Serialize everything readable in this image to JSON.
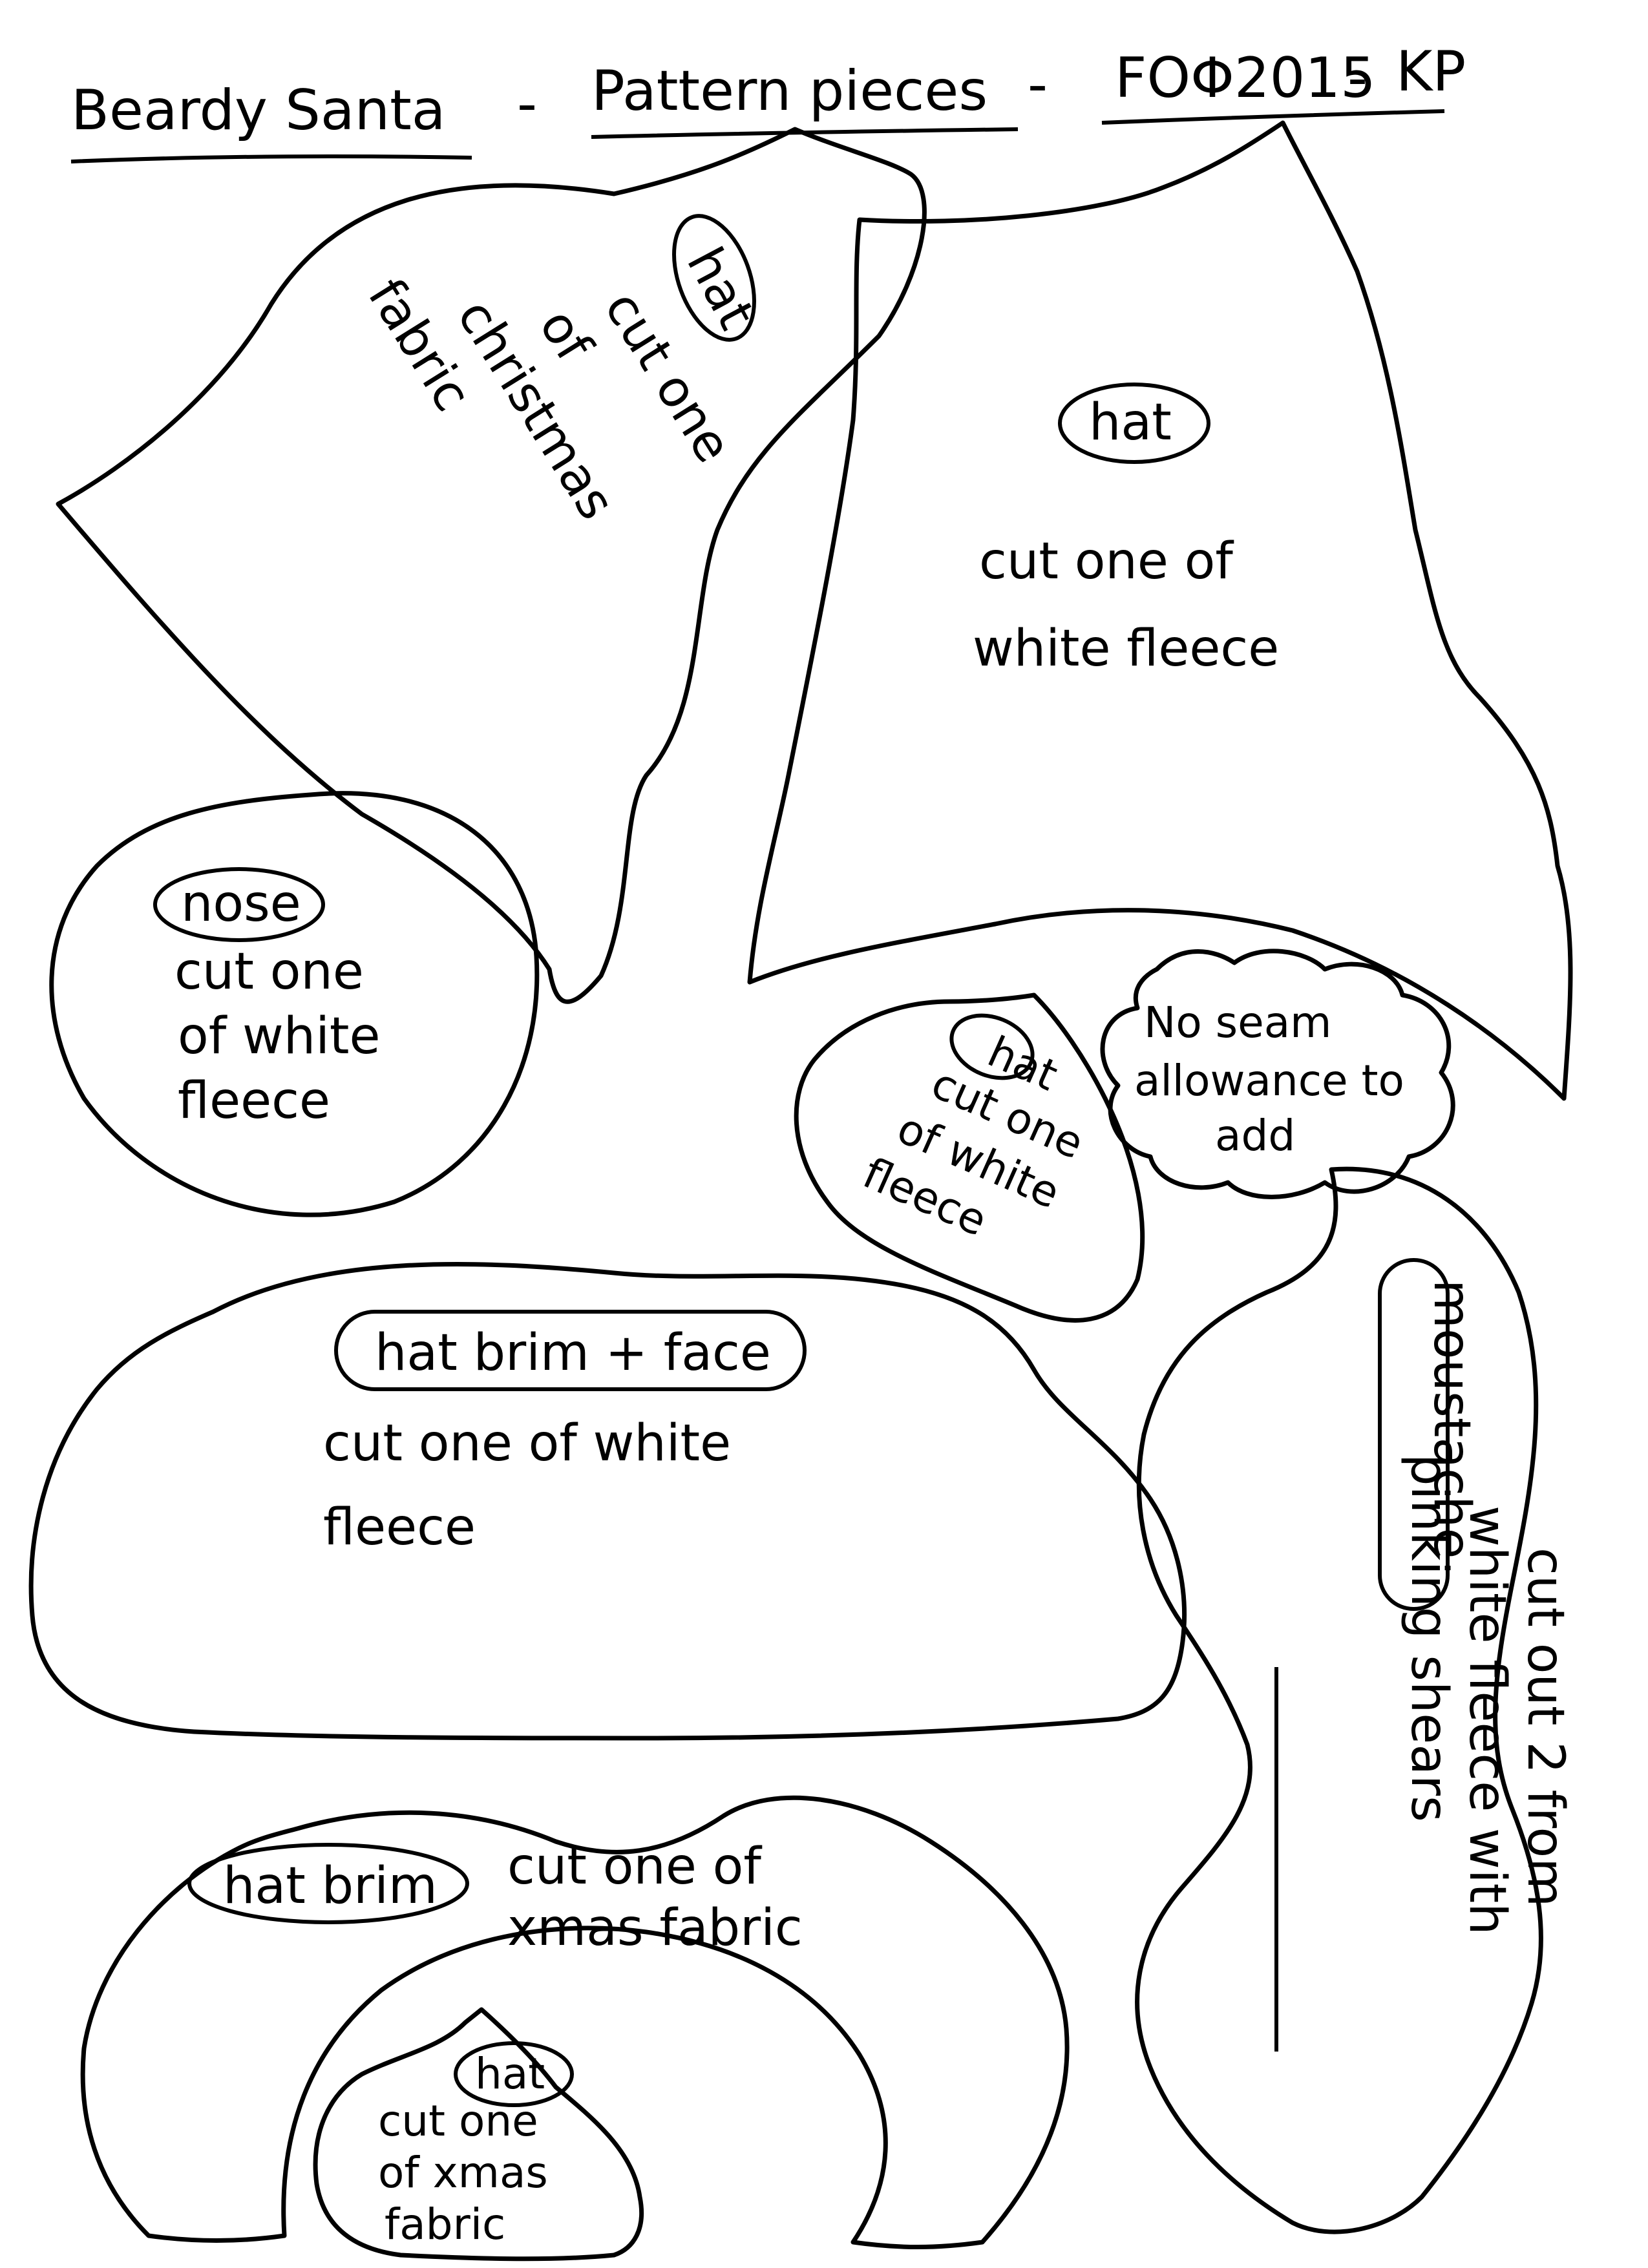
{
  "title": {
    "name": "Beardy Santa",
    "sep1": "-",
    "subtitle": "Pattern pieces",
    "sep2": "-",
    "credit": "FOΦ2015",
    "sep3": "-",
    "initials": "KP"
  },
  "pieces": {
    "hat_christmas": {
      "tag": "hat",
      "lines": [
        "cut one",
        "of",
        "christmas",
        "fabric"
      ]
    },
    "hat_white": {
      "tag": "hat",
      "line1": "cut one of",
      "line2": "white fleece"
    },
    "nose": {
      "tag": "nose",
      "line1": "cut one",
      "line2": "of white",
      "line3": "fleece"
    },
    "hat_small_white": {
      "tag": "hat",
      "line1": "cut one",
      "line2": "of white",
      "line3": "fleece"
    },
    "seam_note": {
      "line1": "No seam",
      "line2": "allowance to",
      "line3": "add"
    },
    "hat_brim_face": {
      "tag": "hat brim + face",
      "line1": "cut one of white",
      "line2": "fleece"
    },
    "moustache": {
      "tag": "moustache",
      "line1": "cut out 2 from",
      "line2": "white fleece with",
      "line3": "pinking shears"
    },
    "hat_brim": {
      "tag": "hat brim",
      "line1": "cut one of",
      "line2": "xmas fabric"
    },
    "hat_xmas": {
      "tag": "hat",
      "line1": "cut one",
      "line2": "of xmas",
      "line3": "fabric"
    }
  }
}
